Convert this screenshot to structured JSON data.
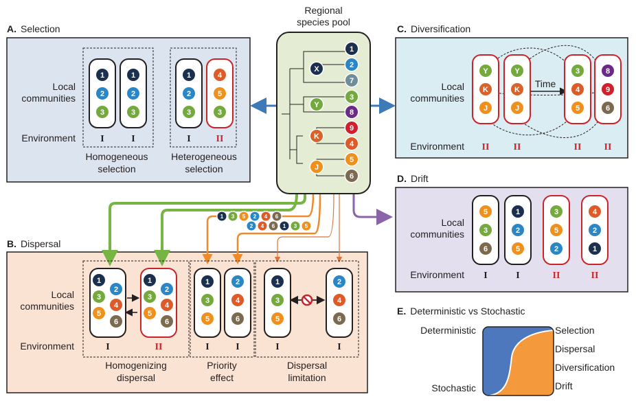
{
  "pool": {
    "title_line1": "Regional",
    "title_line2": "species pool"
  },
  "colors": {
    "1": "#1b2f4e",
    "2": "#2b86c5",
    "3": "#74a93e",
    "4": "#dd5a29",
    "5": "#f0901c",
    "6": "#7b6a50",
    "7": "#6f8e99",
    "8": "#6a2a86",
    "9": "#d21f2c",
    "X": "#1b2f4e",
    "Y": "#74a93e",
    "K": "#d8622a",
    "J": "#f0901c",
    "env_I": "#231f20",
    "env_II": "#cc2229",
    "selection_bg": "#dbe4ef",
    "dispersal_bg": "#fbe3d3",
    "diversification_bg": "#daedf3",
    "drift_bg": "#e4dfee",
    "pool_bg": "#e4ecd3",
    "deterministic": "#4d78bd",
    "stochastic": "#f4993c"
  },
  "tree": {
    "tips": [
      "1",
      "2",
      "7",
      "3",
      "8",
      "9",
      "4",
      "5",
      "6"
    ],
    "nodes": [
      "X",
      "Y",
      "K",
      "J"
    ]
  },
  "selection": {
    "title_letter": "A.",
    "title": "Selection",
    "row_local_1": "Local",
    "row_local_2": "communities",
    "row_env": "Environment",
    "homog_label_1": "Homogeneous",
    "homog_label_2": "selection",
    "heter_label_1": "Heterogeneous",
    "heter_label_2": "selection",
    "communities": [
      {
        "env": "I",
        "species": [
          "1",
          "2",
          "3"
        ]
      },
      {
        "env": "I",
        "species": [
          "1",
          "2",
          "3"
        ]
      },
      {
        "env": "I",
        "species": [
          "1",
          "2",
          "3"
        ]
      },
      {
        "env": "II",
        "species": [
          "4",
          "5",
          "3"
        ]
      }
    ]
  },
  "diversification": {
    "title_letter": "C.",
    "title": "Diversification",
    "row_local_1": "Local",
    "row_local_2": "communities",
    "row_env": "Environment",
    "time_label": "Time",
    "communities": [
      {
        "env": "II",
        "species": [
          "Y",
          "K",
          "J"
        ]
      },
      {
        "env": "II",
        "species": [
          "Y",
          "K",
          "J"
        ]
      },
      {
        "env": "II",
        "species": [
          "3",
          "4",
          "5"
        ]
      },
      {
        "env": "II",
        "species": [
          "8",
          "9",
          "6"
        ]
      }
    ]
  },
  "drift": {
    "title_letter": "D.",
    "title": "Drift",
    "row_local_1": "Local",
    "row_local_2": "communities",
    "row_env": "Environment",
    "communities": [
      {
        "env": "I",
        "species": [
          "5",
          "3",
          "6"
        ]
      },
      {
        "env": "I",
        "species": [
          "1",
          "2",
          "5"
        ]
      },
      {
        "env": "II",
        "species": [
          "3",
          "5",
          "2"
        ]
      },
      {
        "env": "II",
        "species": [
          "4",
          "2",
          "1"
        ]
      }
    ]
  },
  "dispersal": {
    "title_letter": "B.",
    "title": "Dispersal",
    "row_local_1": "Local",
    "row_local_2": "communities",
    "row_env": "Environment",
    "homog_label_1": "Homogenizing",
    "homog_label_2": "dispersal",
    "priority_label_1": "Priority",
    "priority_label_2": "effect",
    "limitation_label_1": "Dispersal",
    "limitation_label_2": "limitation",
    "seq_top": [
      "1",
      "3",
      "5",
      "2",
      "4",
      "6"
    ],
    "seq_bottom": [
      "2",
      "4",
      "6",
      "1",
      "3",
      "5"
    ],
    "homog": [
      {
        "env": "I",
        "species": [
          "1",
          "2",
          "3",
          "4",
          "5",
          "6"
        ]
      },
      {
        "env": "II",
        "species": [
          "1",
          "2",
          "3",
          "4",
          "5",
          "6"
        ]
      }
    ],
    "priority": [
      {
        "env": "I",
        "species": [
          "1",
          "3",
          "5"
        ]
      },
      {
        "env": "I",
        "species": [
          "2",
          "4",
          "6"
        ]
      }
    ],
    "limitation": [
      {
        "env": "I",
        "species": [
          "1",
          "3",
          "5"
        ]
      },
      {
        "env": "I",
        "species": [
          "2",
          "4",
          "6"
        ]
      }
    ]
  },
  "det_vs_stoch": {
    "title_letter": "E.",
    "title": "Deterministic vs Stochastic",
    "deterministic": "Deterministic",
    "stochastic": "Stochastic",
    "legend": [
      {
        "label": "Selection",
        "color": "#4a7cc0"
      },
      {
        "label": "Dispersal",
        "color": "#f0861b"
      },
      {
        "label": "Diversification",
        "color": "#2aa8c2"
      },
      {
        "label": "Drift",
        "color": "#6a3b91"
      }
    ]
  }
}
